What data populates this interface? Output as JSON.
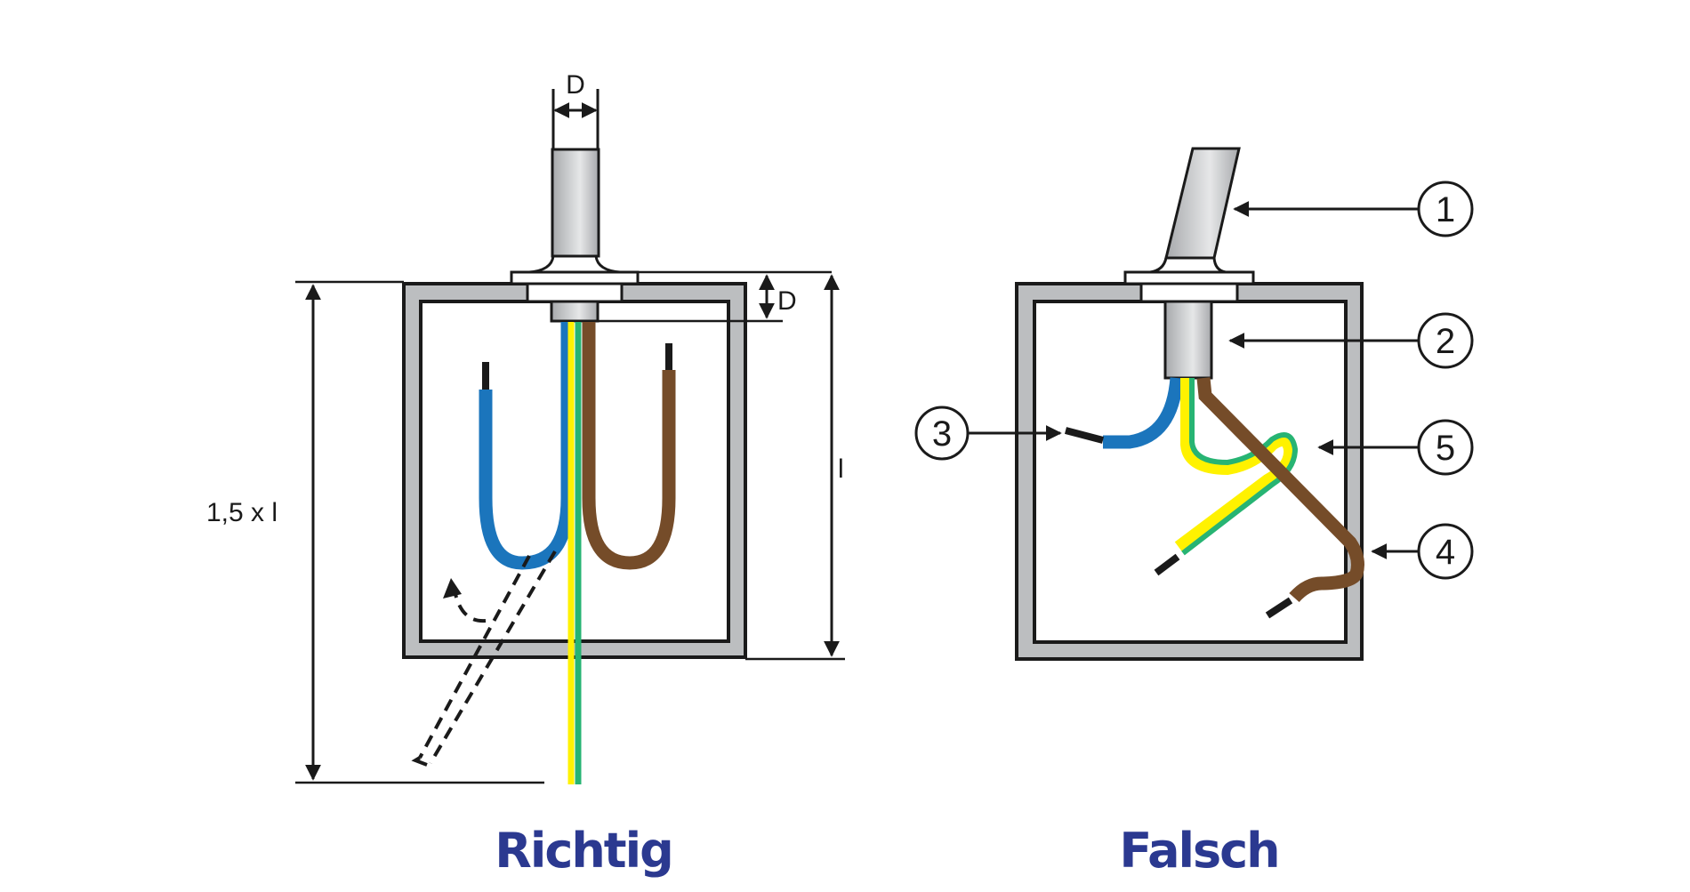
{
  "figure": {
    "left_panel": {
      "caption": "Richtig",
      "dimension_cable_diameter": "D",
      "dimension_gland_depth": "D",
      "dimension_box_height": "l",
      "dimension_strip_length": "1,5 x l"
    },
    "right_panel": {
      "caption": "Falsch",
      "callouts": [
        {
          "number": "1"
        },
        {
          "number": "2"
        },
        {
          "number": "3"
        },
        {
          "number": "4"
        },
        {
          "number": "5"
        }
      ]
    }
  },
  "colors": {
    "caption": "#2b3990",
    "box_wall": "#bcbec0",
    "outline": "#1a1a1a",
    "wire_blue": "#1b75bc",
    "wire_brown": "#754c29",
    "wire_yellow": "#fff200",
    "wire_green": "#27b473",
    "conductor_tip": "#1a1a1a"
  }
}
